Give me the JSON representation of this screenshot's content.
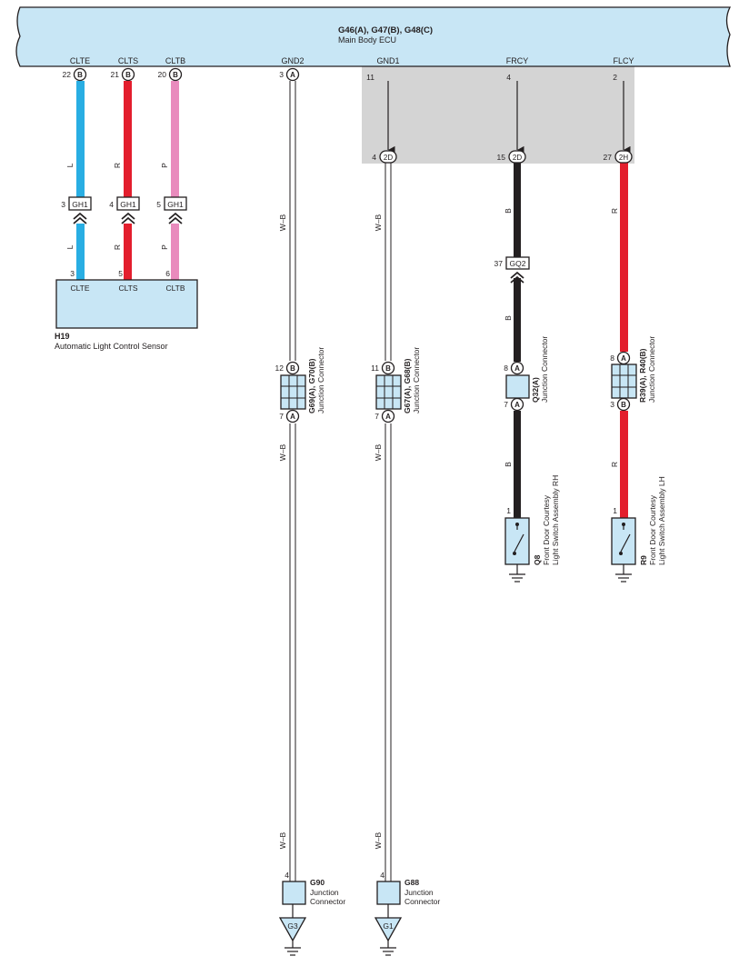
{
  "colors": {
    "ecu_fill": "#c8e6f5",
    "blue_wire": "#29aee3",
    "red_wire": "#e31e2d",
    "pink_wire": "#e98bbd",
    "black_wire": "#231f20",
    "shade": "#d4d4d4"
  },
  "ecu": {
    "codes": "G46(A), G47(B), G48(C)",
    "name": "Main Body ECU",
    "terminals": [
      {
        "name": "CLTE",
        "pin": "22",
        "conn": "B"
      },
      {
        "name": "CLTS",
        "pin": "21",
        "conn": "B"
      },
      {
        "name": "CLTB",
        "pin": "20",
        "conn": "B"
      },
      {
        "name": "GND2",
        "pin": "3",
        "conn": "A"
      },
      {
        "name": "GND1",
        "pin": "11",
        "conn": ""
      },
      {
        "name": "FRCY",
        "pin": "4",
        "conn": ""
      },
      {
        "name": "FLCY",
        "pin": "2",
        "conn": ""
      }
    ]
  },
  "internal_junctions": [
    {
      "pin": "4",
      "label": "2D"
    },
    {
      "pin": "15",
      "label": "2D"
    },
    {
      "pin": "27",
      "label": "2H"
    }
  ],
  "gh1": {
    "label": "GH1",
    "pins": [
      "3",
      "4",
      "5"
    ]
  },
  "gq2": {
    "label": "GQ2",
    "pin": "37"
  },
  "wire_colors": {
    "clte": "L",
    "clts": "R",
    "cltb": "P",
    "gnd2": "W–B",
    "gnd1": "W–B",
    "frcy": "B",
    "flcy": "R"
  },
  "sensor": {
    "code": "H19",
    "name": "Automatic Light Control Sensor",
    "terminals": [
      "CLTE",
      "CLTS",
      "CLTB"
    ],
    "pins": [
      "3",
      "5",
      "6"
    ]
  },
  "jc_g69": {
    "code": "G69(A), G70(B)",
    "name": "Junction Connector",
    "pin_top": "12",
    "conn_top": "B",
    "pin_bot": "7",
    "conn_bot": "A"
  },
  "jc_g67": {
    "code": "G67(A), G68(B)",
    "name": "Junction Connector",
    "pin_top": "11",
    "conn_top": "B",
    "pin_bot": "7",
    "conn_bot": "A"
  },
  "jc_q32": {
    "code": "Q32(A)",
    "name": "Junction Connector",
    "pin_top": "8",
    "conn_top": "A",
    "pin_bot": "7",
    "conn_bot": "A"
  },
  "jc_r39": {
    "code": "R39(A), R40(B)",
    "name": "Junction Connector",
    "pin_top": "8",
    "conn_top": "A",
    "pin_bot": "3",
    "conn_bot": "B"
  },
  "switch_q8": {
    "code": "Q8",
    "line1": "Front Door Courtesy",
    "line2": "Light Switch Assembly RH",
    "pin": "1"
  },
  "switch_r9": {
    "code": "R9",
    "line1": "Front Door Courtesy",
    "line2": "Light Switch Assembly LH",
    "pin": "1"
  },
  "g90": {
    "code": "G90",
    "line1": "Junction",
    "line2": "Connector",
    "pin": "4",
    "ground": "G3"
  },
  "g88": {
    "code": "G88",
    "line1": "Junction",
    "line2": "Connector",
    "pin": "4",
    "ground": "G1"
  }
}
